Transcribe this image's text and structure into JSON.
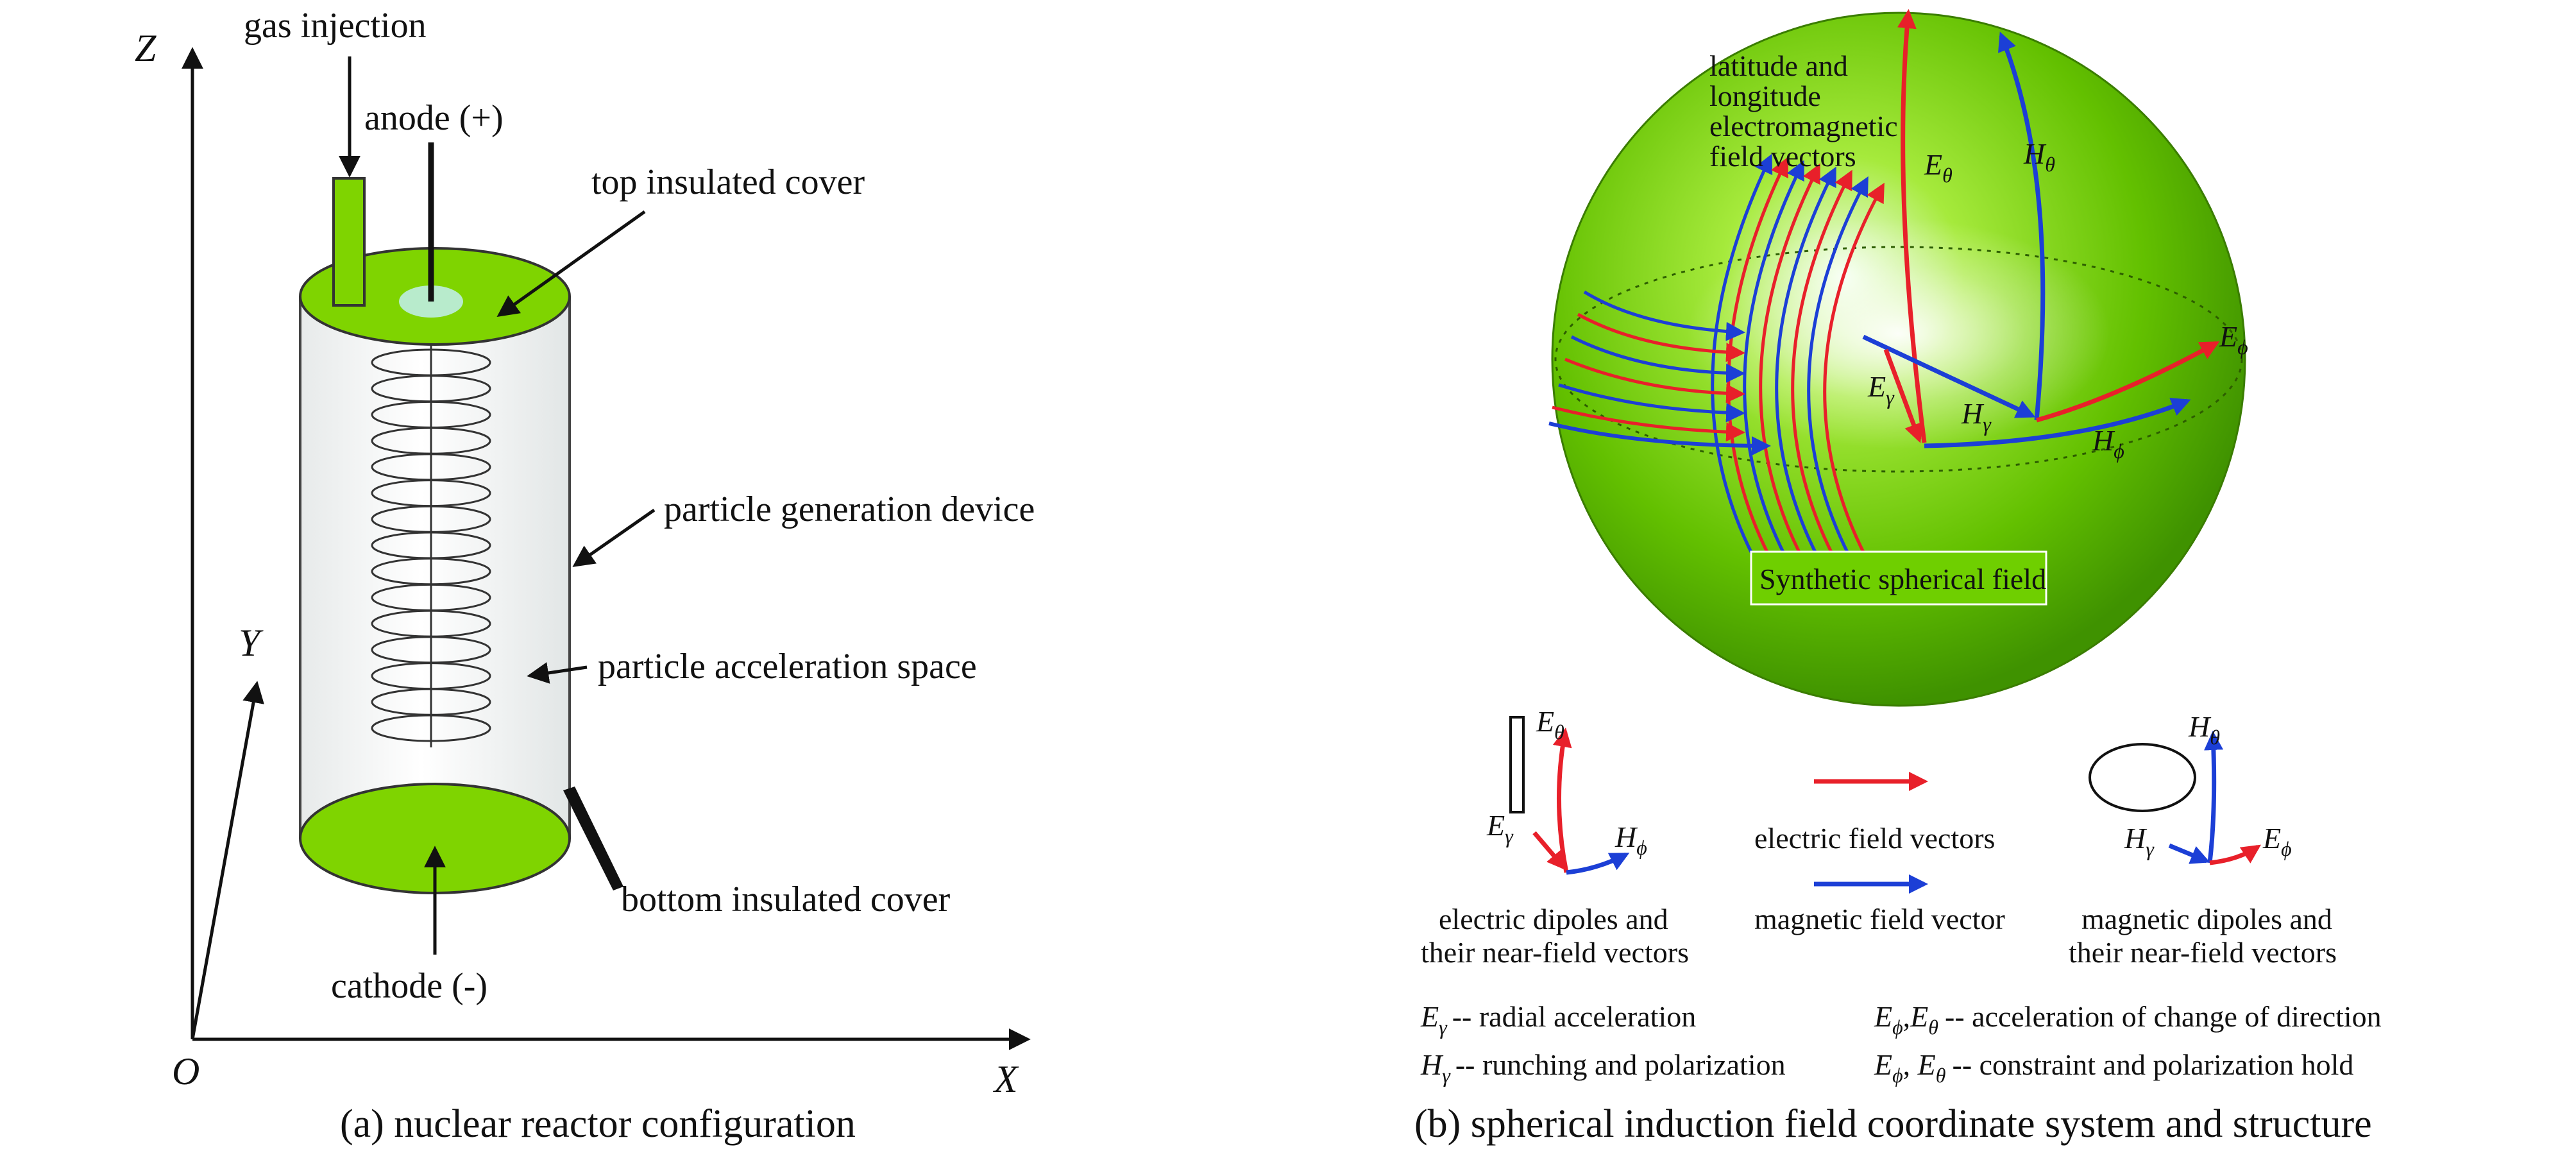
{
  "panel_a": {
    "axis_z": "Z",
    "axis_y": "Y",
    "axis_x": "X",
    "origin": "O",
    "gas_injection": "gas injection",
    "anode": "anode (+)",
    "top_cover": "top insulated cover",
    "particle_device": "particle generation device",
    "accel_space": "particle acceleration space",
    "bottom_cover": "bottom insulated cover",
    "cathode": "cathode (-)",
    "caption": "(a) nuclear reactor configuration"
  },
  "panel_b": {
    "latlon_l1": "latitude and",
    "latlon_l2": "longitude",
    "latlon_l3": "electromagnetic",
    "latlon_l4": "field vectors",
    "e_theta": "E",
    "e_theta_sub": "θ",
    "h_theta": "H",
    "h_theta_sub": "θ",
    "e_phi": "E",
    "e_phi_sub": "ϕ",
    "e_gamma": "E",
    "e_gamma_sub": "γ",
    "h_gamma": "H",
    "h_gamma_sub": "γ",
    "h_phi": "H",
    "h_phi_sub": "ϕ",
    "sphere_label": "Synthetic spherical field",
    "legend_electric": "electric field vectors",
    "legend_magnetic": "magnetic field vector",
    "edip_l1": "electric dipoles and",
    "edip_l2": "their near-field vectors",
    "mdip_l1": "magnetic dipoles and",
    "mdip_l2": "their near-field vectors",
    "def1_desc": "-- radial acceleration",
    "def2_desc": "-- runching and polarization",
    "def3_desc": "--  acceleration of change of direction",
    "def4_desc": "--  constraint and polarization hold",
    "caption": "(b) spherical induction field coordinate system and structure"
  },
  "colors": {
    "green": "#7fd400",
    "electric": "#e8202a",
    "magnetic": "#1c3fd6"
  }
}
